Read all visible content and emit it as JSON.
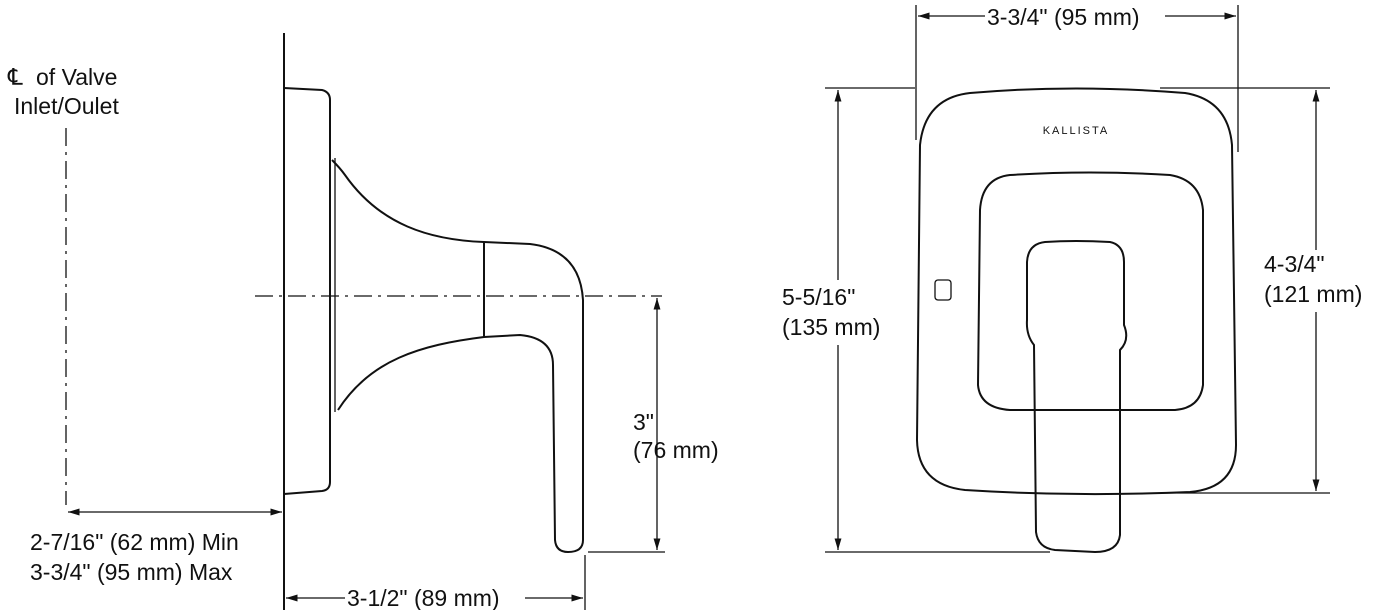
{
  "labels": {
    "centerline_symbol": "℄",
    "centerline_line1": "of Valve",
    "centerline_line2": "Inlet/Oulet",
    "wall_min": "2-7/16\" (62 mm) Min",
    "wall_max": "3-3/4\" (95 mm) Max",
    "projection": "3-1/2\" (89 mm)",
    "handle_drop_in": "3\"",
    "handle_drop_mm": "(76 mm)",
    "width_top": "3-3/4\" (95 mm)",
    "overall_height_in": "5-5/16\"",
    "overall_height_mm": "(135 mm)",
    "plate_height_in": "4-3/4\"",
    "plate_height_mm": "(121 mm)"
  },
  "logo": "KALLISTA",
  "colors": {
    "line": "#111111",
    "background": "#ffffff"
  }
}
